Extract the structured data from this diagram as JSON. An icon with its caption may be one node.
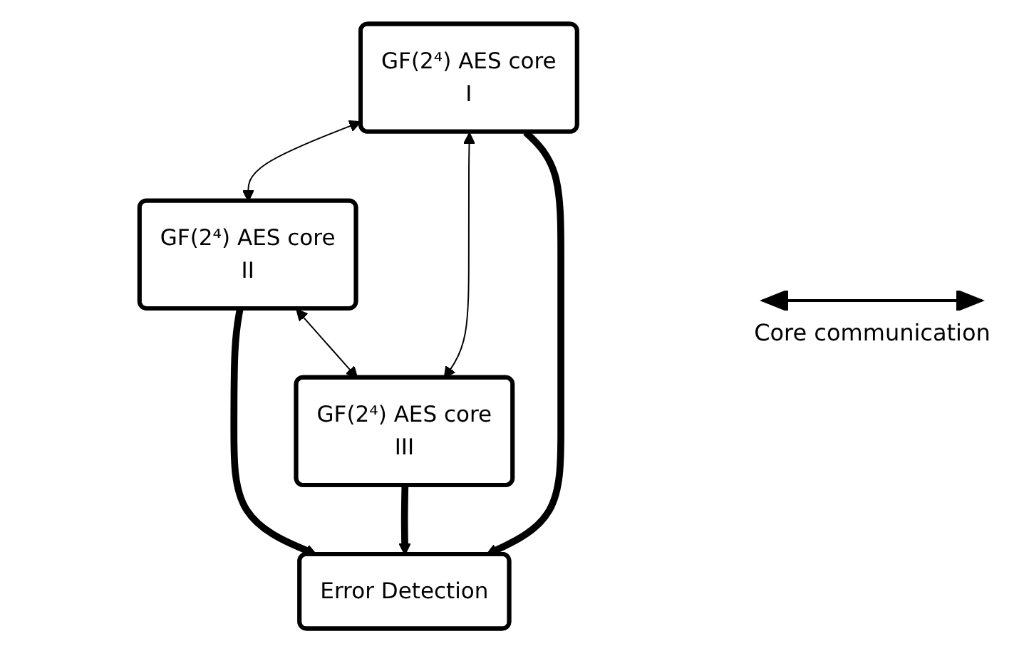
{
  "diagram": {
    "nodes": [
      {
        "text": [
          "GF(2⁴) AES core",
          "I"
        ]
      },
      {
        "text": [
          "Error Detection"
        ]
      },
      {
        "text": [
          "GF(2⁴) AES core",
          "II"
        ]
      },
      {
        "text": [
          "GF(2⁴) AES core",
          "III"
        ]
      }
    ],
    "edges": [
      {
        "from": 0,
        "to": 2,
        "arrow": "both"
      },
      {
        "from": 0,
        "to": 3,
        "arrow": "both"
      },
      {
        "from": 0,
        "to": 1,
        "arrow": "to",
        "style": "thick"
      },
      {
        "from": 2,
        "to": 1,
        "arrow": "to",
        "style": "thick"
      },
      {
        "from": 3,
        "to": 1,
        "arrow": "to",
        "style": "thick"
      },
      {
        "from": 2,
        "to": 3,
        "arrow": "both"
      }
    ],
    "legend": [
      {
        "text": "Core communication"
      }
    ]
  }
}
